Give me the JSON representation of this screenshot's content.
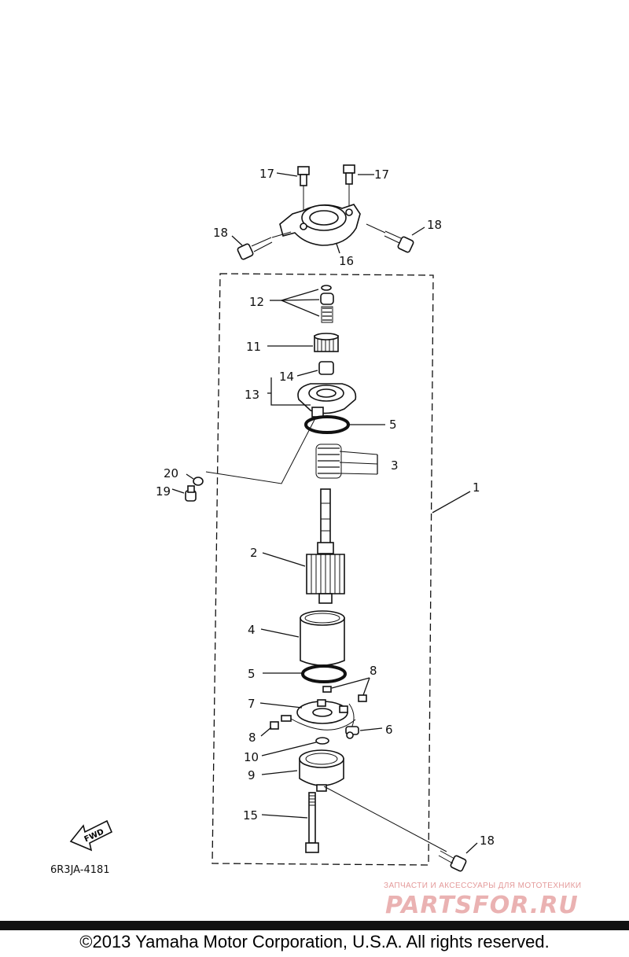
{
  "callouts": {
    "c17a": "17",
    "c17b": "17",
    "c18a": "18",
    "c18b": "18",
    "c16": "16",
    "c12": "12",
    "c11": "11",
    "c14": "14",
    "c13": "13",
    "c5a": "5",
    "c3": "3",
    "c20": "20",
    "c19": "19",
    "c1": "1",
    "c2": "2",
    "c4": "4",
    "c5b": "5",
    "c8a": "8",
    "c7": "7",
    "c6": "6",
    "c8b": "8",
    "c10": "10",
    "c9": "9",
    "c15": "15",
    "c18c": "18"
  },
  "fwd_label": "FWD",
  "diagram_code": "6R3JA-4181",
  "watermark": {
    "small": "ЗАПЧАСТИ И АКСЕССУАРЫ ДЛЯ МОТОТЕХНИКИ",
    "big": "PARTSFOR.RU"
  },
  "copyright": "©2013 Yamaha Motor Corporation, U.S.A. All rights reserved."
}
